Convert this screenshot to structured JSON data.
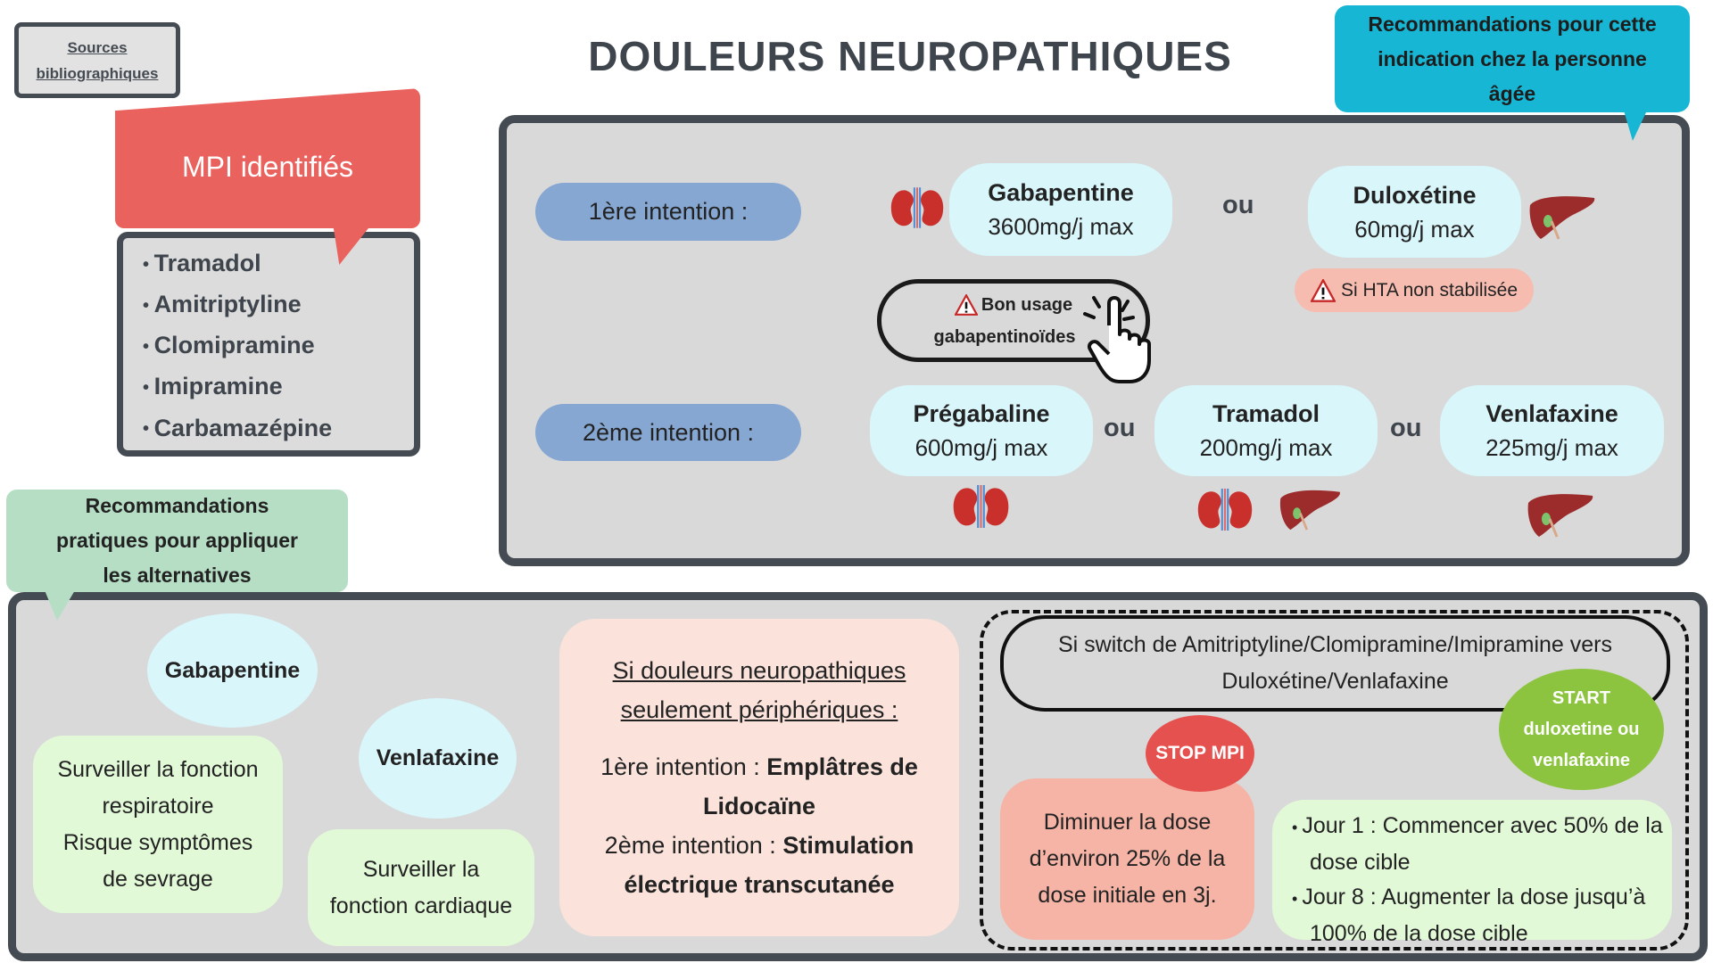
{
  "sources_link": {
    "line1": "Sources",
    "line2": "bibliographiques"
  },
  "title": "DOULEURS NEUROPATHIQUES",
  "elderly_header": {
    "line1": "Recommandations pour cette",
    "line2": "indication chez la personne",
    "line3": "âgée"
  },
  "mpi": {
    "title": "MPI identifiés",
    "items": [
      "Tramadol",
      "Amitriptyline",
      "Clomipramine",
      "Imipramine",
      "Carbamazépine"
    ]
  },
  "first_line": {
    "label": "1ère intention :",
    "drugs": [
      {
        "name": "Gabapentine",
        "dose": "3600mg/j max",
        "organs": [
          "kidney-icon"
        ]
      },
      {
        "name": "Duloxétine",
        "dose": "60mg/j max",
        "organs": [
          "liver-icon"
        ]
      }
    ],
    "or": "ou",
    "warning": "Si HTA non stabilisée",
    "good_use": {
      "line1": "Bon usage",
      "line2": "gabapentinoïdes"
    }
  },
  "second_line": {
    "label": "2ème intention :",
    "drugs": [
      {
        "name": "Prégabaline",
        "dose": "600mg/j max"
      },
      {
        "name": "Tramadol",
        "dose": "200mg/j max"
      },
      {
        "name": "Venlafaxine",
        "dose": "225mg/j max"
      }
    ],
    "or": "ou"
  },
  "practical_header": {
    "line1": "Recommandations",
    "line2": "pratiques pour appliquer",
    "line3": "les alternatives"
  },
  "gabapentine_tip": {
    "name": "Gabapentine",
    "lines": [
      "Surveiller la fonction",
      "respiratoire",
      "Risque symptômes",
      "de sevrage"
    ]
  },
  "venlafaxine_tip": {
    "name": "Venlafaxine",
    "lines": [
      "Surveiller la",
      "fonction cardiaque"
    ]
  },
  "peripheral": {
    "title1": "Si douleurs neuropathiques",
    "title2": "seulement périphériques :",
    "l1_prefix": "1ère intention : ",
    "l1_bold_a": "Emplâtres de",
    "l1_bold_b": "Lidocaïne",
    "l2_prefix": "2ème intention : ",
    "l2_bold_a": "Stimulation",
    "l2_bold_b": "électrique transcutanée"
  },
  "switch": {
    "line1": "Si switch de Amitriptyline/Clomipramine/Imipramine vers",
    "line2": "Duloxétine/Venlafaxine",
    "stop": "STOP MPI",
    "stop_text": [
      "Diminuer la dose",
      "d’environ 25% de la",
      "dose initiale en 3j."
    ],
    "start": [
      "START",
      "duloxetine ou",
      "venlafaxine"
    ],
    "steps": [
      "Jour 1 : Commencer avec 50% de la dose cible",
      "Jour 8 : Augmenter la dose jusqu’à 100% de la dose cible"
    ]
  }
}
